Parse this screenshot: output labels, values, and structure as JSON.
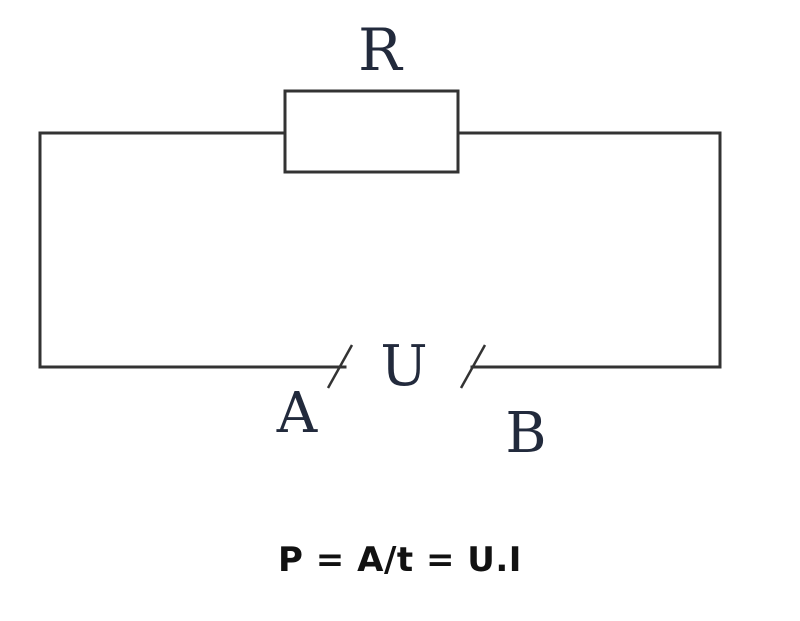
{
  "diagram": {
    "labels": {
      "resistor": "R",
      "voltage": "U",
      "terminal_a": "A",
      "terminal_b": "B"
    },
    "formula": "P = A/t = U.I"
  }
}
